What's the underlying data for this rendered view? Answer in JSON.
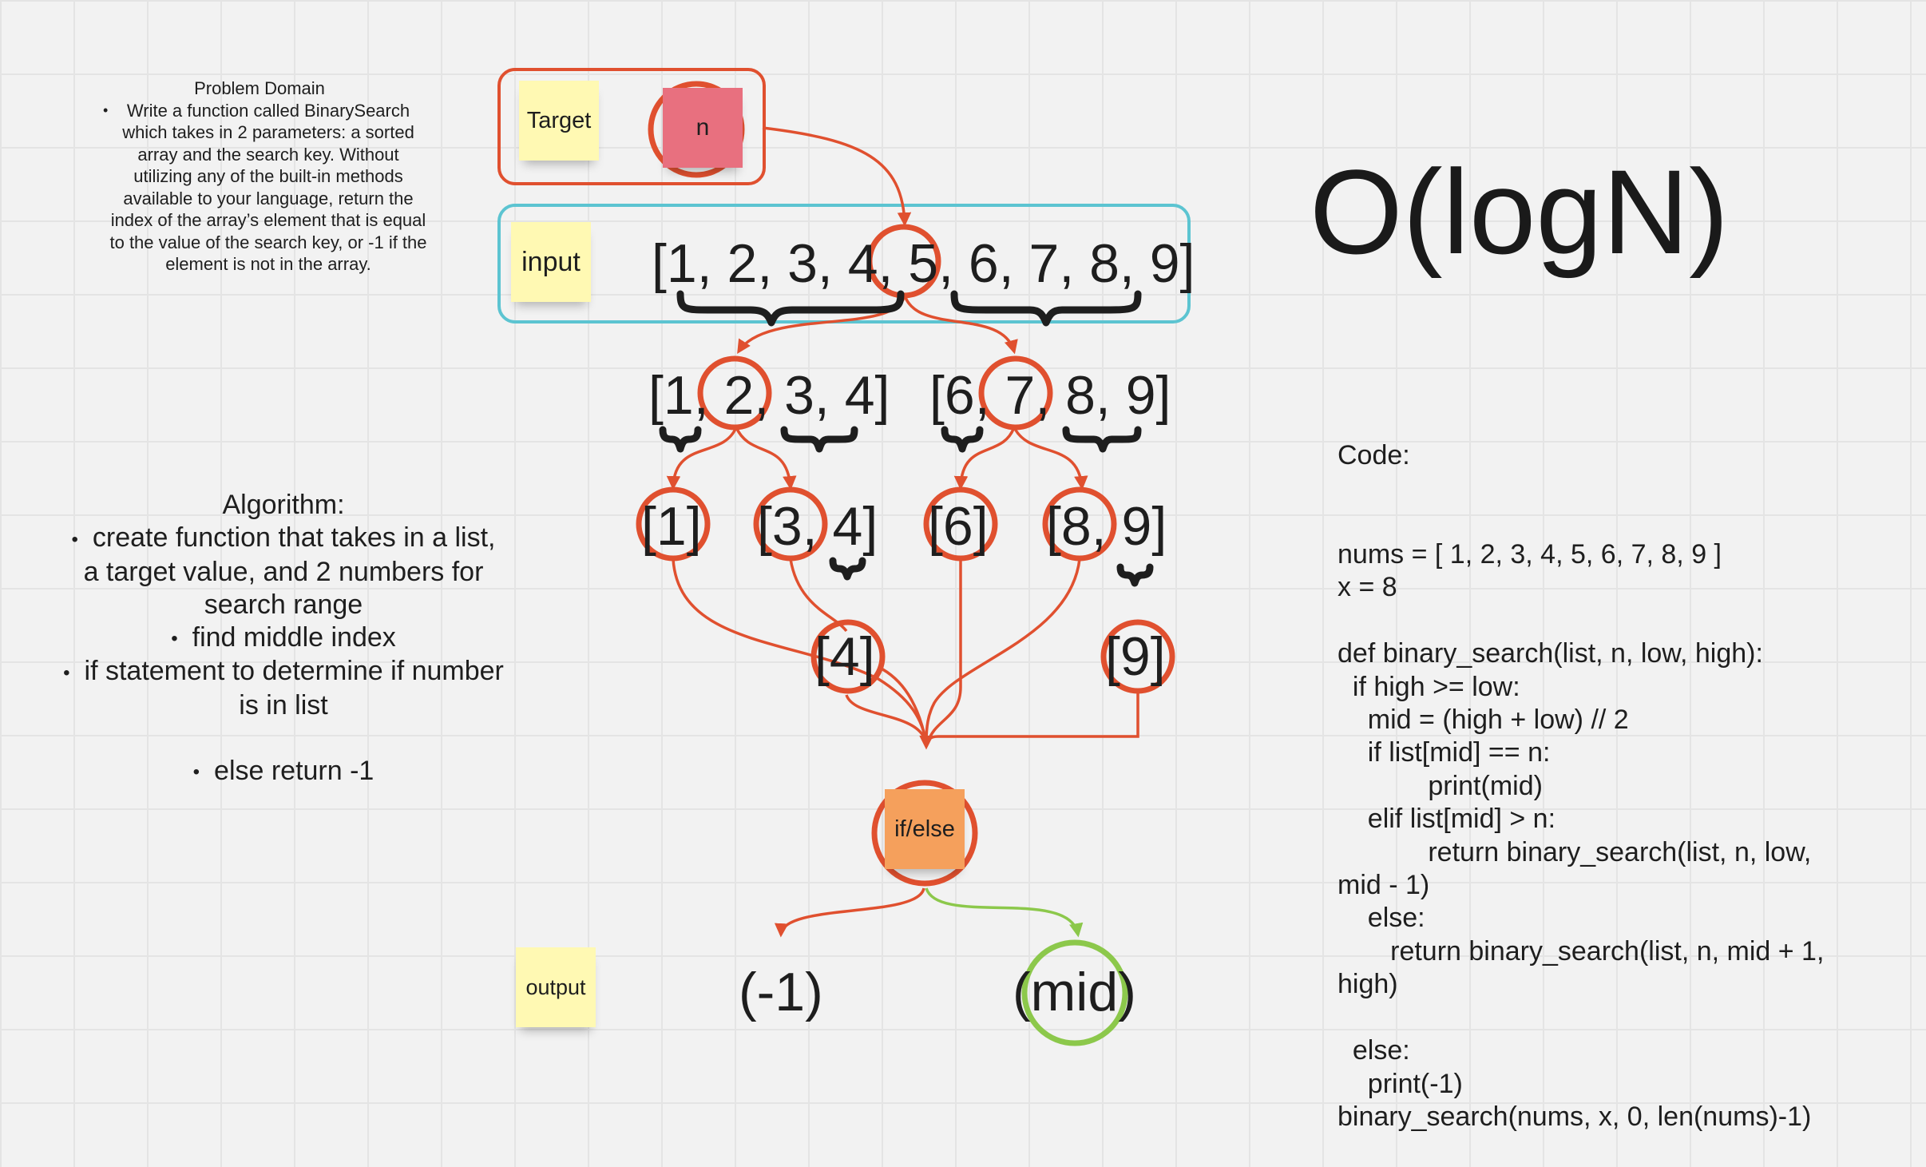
{
  "problem_domain": {
    "title": "Problem Domain",
    "bullet": "Write a function called BinarySearch which takes in 2 parameters: a sorted array and the search key. Without utilizing any of the built-in methods available to your language, return the index of the array’s element that is equal to the value of the search key, or -1 if the element is not in the array."
  },
  "notes": {
    "target": "Target",
    "n": "n",
    "input": "input",
    "if_else": "if/else",
    "output": "output"
  },
  "arrays": {
    "input": "[1, 2, 3, 4, 5, 6, 7, 8, 9]",
    "left_half": "[1, 2, 3, 4]",
    "right_half": "[6, 7, 8, 9]",
    "l1": "[1]",
    "l34": "[3, 4]",
    "r6": "[6]",
    "r89": "[8, 9]",
    "l4": "[4]",
    "r9": "[9]"
  },
  "outputs": {
    "not_found": "(-1)",
    "found": "(mid)"
  },
  "algorithm": {
    "title": "Algorithm:",
    "bullets": [
      "create function that takes in a list, a target value, and 2 numbers for search range",
      "find middle index",
      "if statement to determine if number is in list",
      "else return -1"
    ]
  },
  "complexity": "O(logN)",
  "code": {
    "label": "Code:",
    "lines": [
      "nums = [ 1, 2, 3, 4, 5, 6, 7, 8, 9 ]",
      "x = 8",
      "",
      "def binary_search(list, n, low, high):",
      "  if high >= low:",
      "    mid = (high + low) // 2",
      "    if list[mid] == n:",
      "            print(mid)",
      "    elif list[mid] > n:",
      "            return binary_search(list, n, low,",
      "mid - 1)",
      "    else:",
      "       return binary_search(list, n, mid + 1,",
      "high)",
      "",
      "  else:",
      "    print(-1)",
      "binary_search(nums, x, 0, len(nums)-1)"
    ]
  },
  "colors": {
    "background": "#f2f2f2",
    "accent_red": "#e0502f",
    "frame_teal": "#5cc4d1",
    "sticky_yellow": "#fff9b3",
    "sticky_pink": "#e8707f",
    "sticky_orange": "#f5a05c",
    "green": "#8cc84b"
  },
  "icons": [
    "curly-brace-icon",
    "arrow-icon"
  ]
}
